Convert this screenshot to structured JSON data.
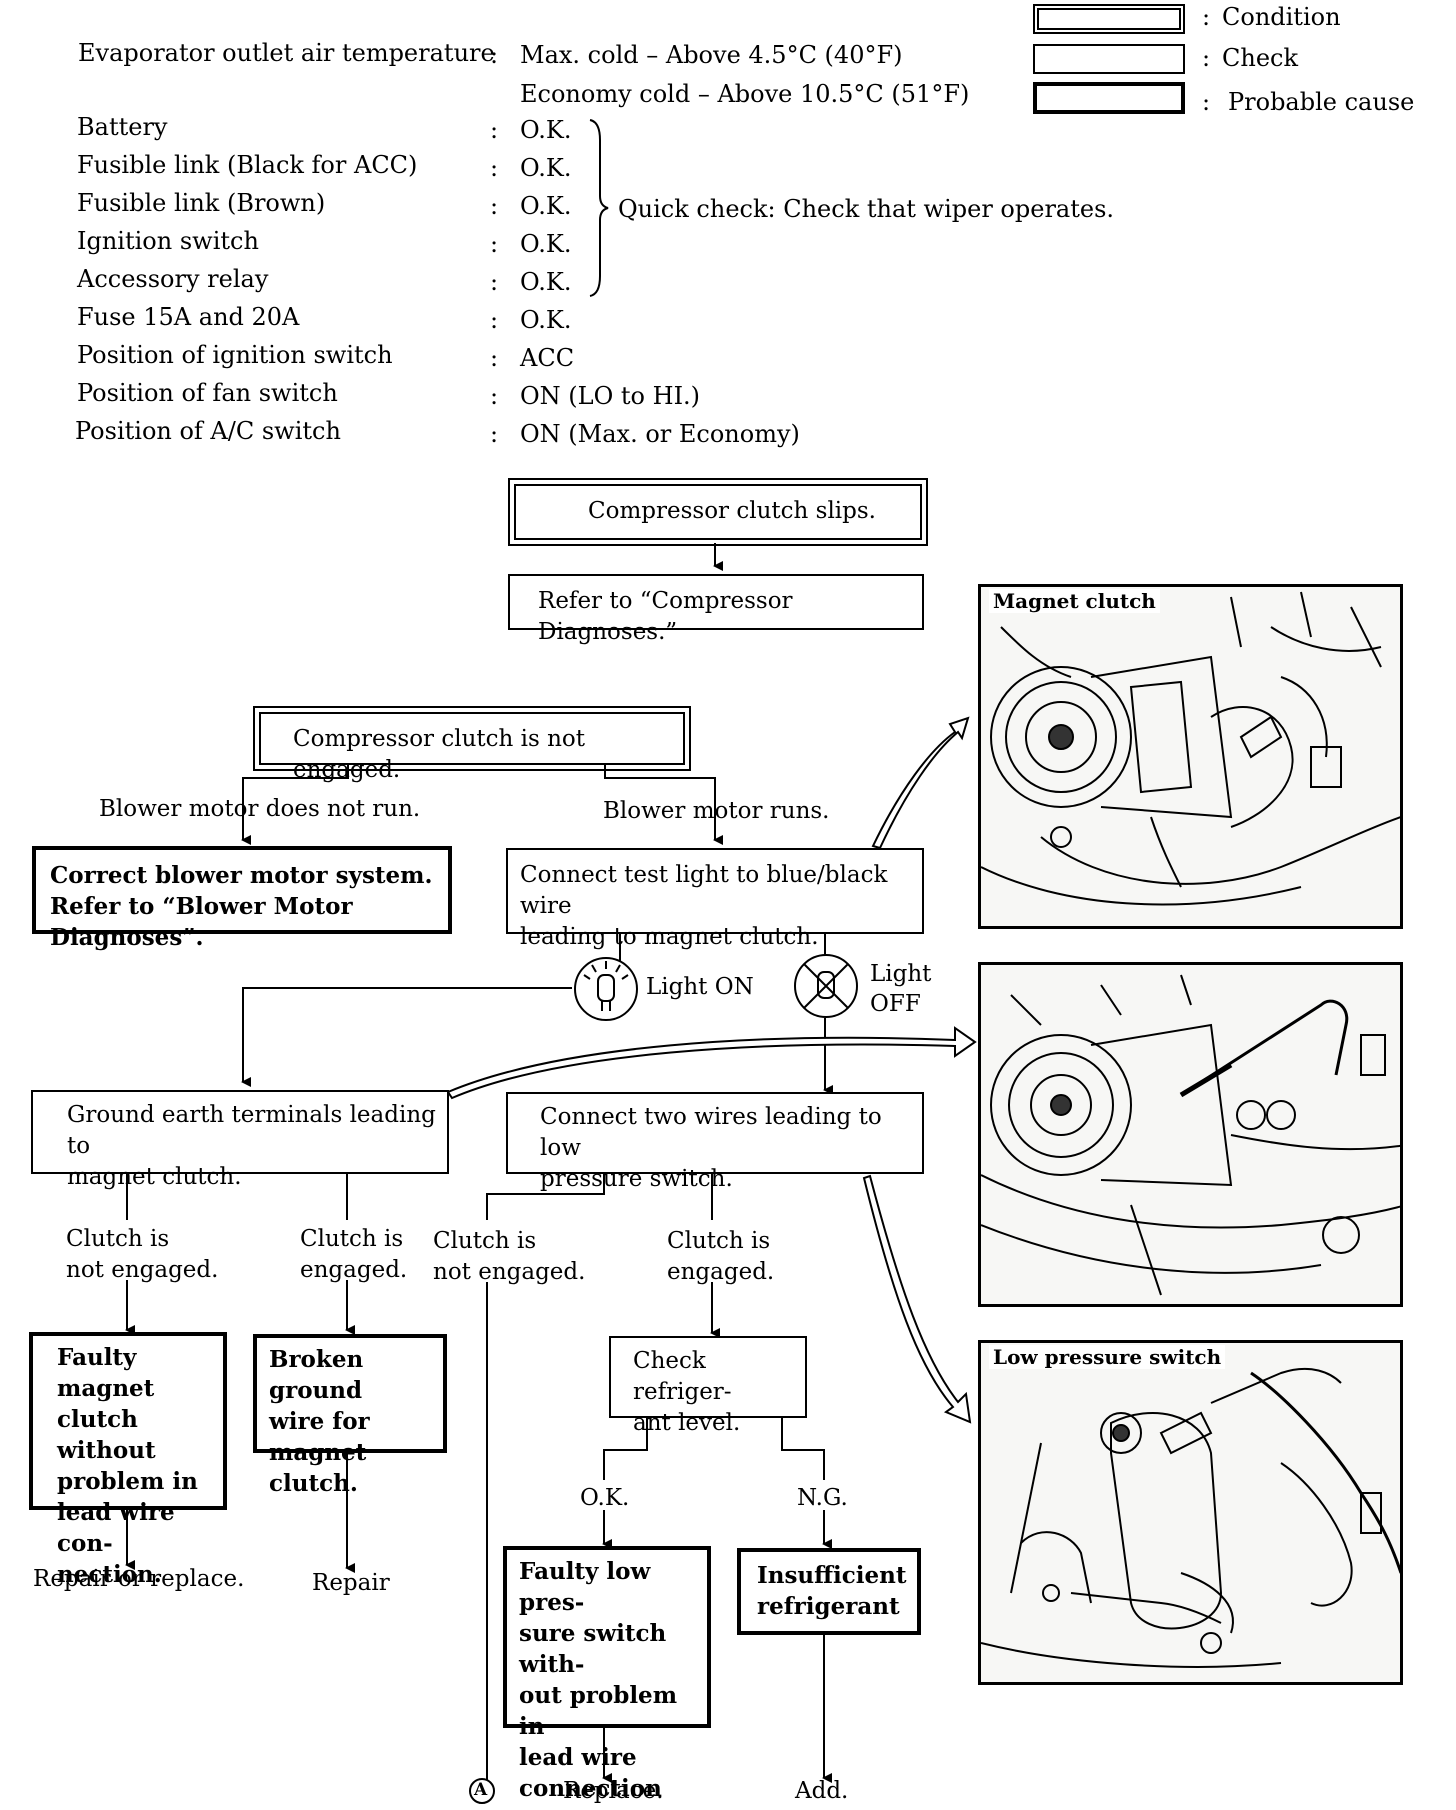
{
  "legend": {
    "condition": "Condition",
    "check": "Check",
    "probable_cause": "Probable cause",
    "colon": ":"
  },
  "conditions_table": [
    {
      "label": "Evaporator outlet air temperature",
      "value": "Max. cold – Above 4.5°C (40°F)"
    },
    {
      "label": "",
      "value": "Economy cold – Above 10.5°C (51°F)"
    },
    {
      "label": "Battery",
      "value": "O.K."
    },
    {
      "label": "Fusible link (Black for ACC)",
      "value": "O.K."
    },
    {
      "label": "Fusible link (Brown)",
      "value": "O.K."
    },
    {
      "label": "Ignition switch",
      "value": "O.K."
    },
    {
      "label": "Accessory relay",
      "value": "O.K."
    },
    {
      "label": "Fuse 15A and 20A",
      "value": "O.K."
    },
    {
      "label": "Position of ignition switch",
      "value": "ACC"
    },
    {
      "label": "Position of fan switch",
      "value": "ON (LO to HI.)"
    },
    {
      "label": "Position of A/C switch",
      "value": "ON (Max. or Economy)"
    }
  ],
  "quick_check": "Quick check: Check that wiper operates.",
  "flow": {
    "slips": "Compressor clutch slips.",
    "refer_compressor": "Refer to “Compressor Diagnoses.”",
    "not_engaged": "Compressor clutch is not engaged.",
    "blower_not_run": "Blower motor does not run.",
    "blower_runs": "Blower motor runs.",
    "correct_blower": "Correct blower motor system.\nRefer to “Blower Motor Diagnoses”.",
    "connect_test_light": "Connect test light to blue/black wire\nleading to magnet clutch.",
    "light_on": "Light ON",
    "light_off": "Light\nOFF",
    "ground_earth": "Ground earth terminals leading to\nmagnet clutch.",
    "connect_two_wires": "Connect two wires leading to low\npressure switch.",
    "clutch_not_engaged_1": "Clutch is\nnot engaged.",
    "clutch_engaged_1": "Clutch is\nengaged.",
    "clutch_not_engaged_2": "Clutch is\nnot engaged.",
    "clutch_engaged_2": "Clutch is\nengaged.",
    "faulty_magnet": "Faulty magnet\nclutch without\nproblem in\nlead wire con-\nnection.",
    "broken_ground": "Broken ground\nwire for\nmagnet clutch.",
    "check_refrigerant": "Check refriger-\nant level.",
    "ok": "O.K.",
    "ng": "N.G.",
    "faulty_low_pressure": "Faulty low pres-\nsure switch with-\nout problem in\nlead wire\nconnection",
    "insufficient": "Insufficient\nrefrigerant",
    "repair_replace": "Repair or replace.",
    "repair": "Repair",
    "replace": "Replace.",
    "add": "Add.",
    "connector_a": "A"
  },
  "photos": {
    "magnet_clutch": "Magnet clutch",
    "low_pressure_switch": "Low pressure switch"
  }
}
